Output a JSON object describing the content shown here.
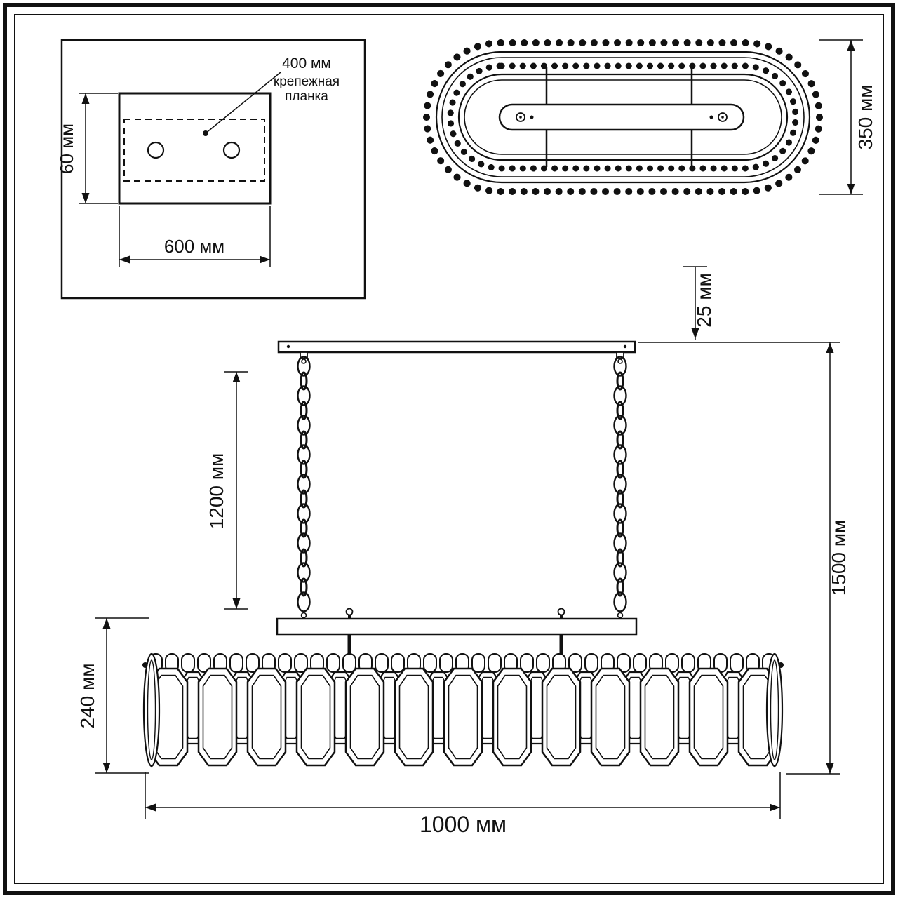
{
  "inset": {
    "hole_spacing": "400 мм",
    "plank_label_line1": "крепежная",
    "plank_label_line2": "планка",
    "plate_height": "60 мм",
    "plate_width": "600 мм"
  },
  "top_view": {
    "depth": "350 мм"
  },
  "front_view": {
    "canopy_height": "25 мм",
    "chain_length": "1200 мм",
    "total_height": "1500 мм",
    "body_height": "240 мм",
    "body_width": "1000 мм"
  }
}
